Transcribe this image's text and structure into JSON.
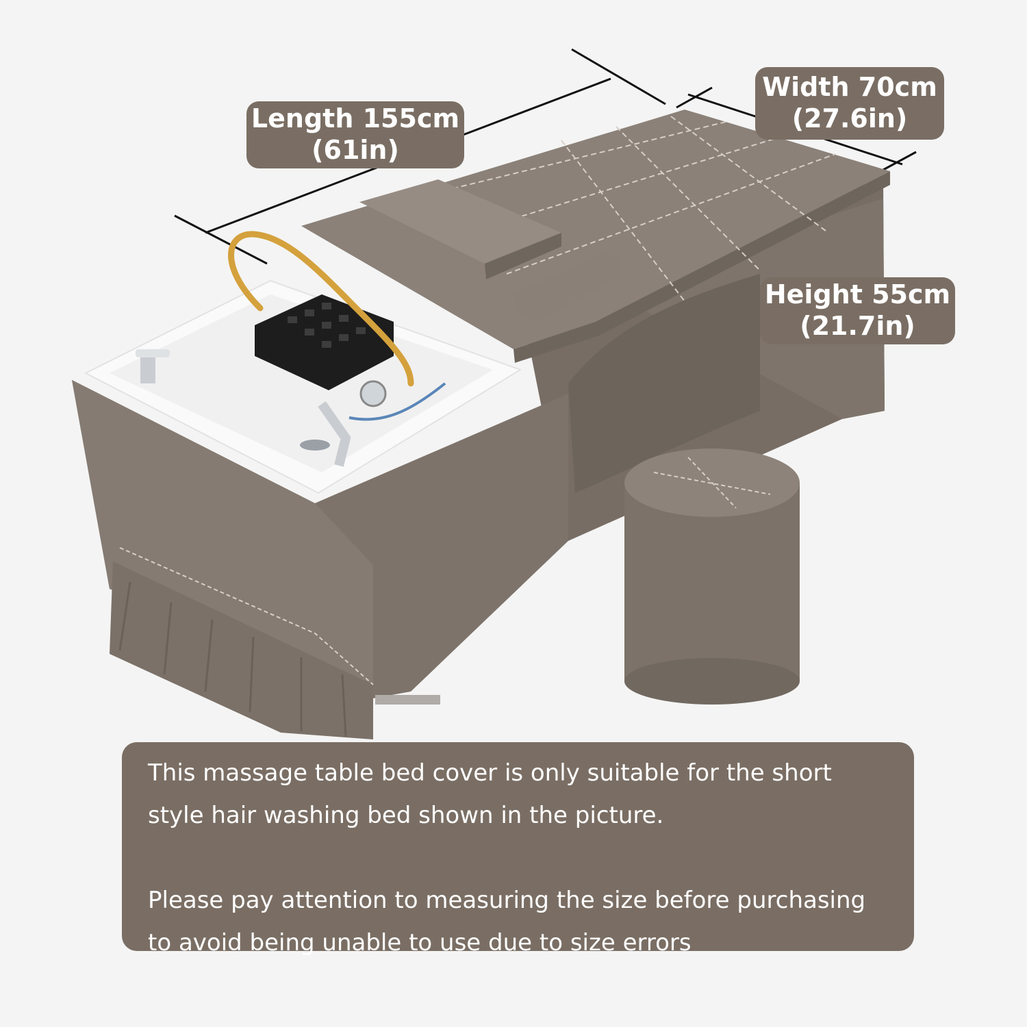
{
  "dimensions": {
    "length": {
      "line1": "Length 155cm",
      "line2": "(61in)"
    },
    "width": {
      "line1": "Width 70cm",
      "line2": "(27.6in)"
    },
    "height": {
      "line1": "Height 55cm",
      "line2": "(21.7in)"
    }
  },
  "notice": {
    "paragraph1": "This massage table bed cover is only suitable for the short style hair washing bed shown in the picture.",
    "paragraph2": "Please pay attention to measuring the size before purchasing to avoid being unable to use due to size errors"
  },
  "colors": {
    "upholstery": "#7f756c",
    "label_background": "#7a6e64",
    "basin": "#fafafa",
    "hose_arc": "#d4a13c",
    "background": "#f4f4f4"
  }
}
